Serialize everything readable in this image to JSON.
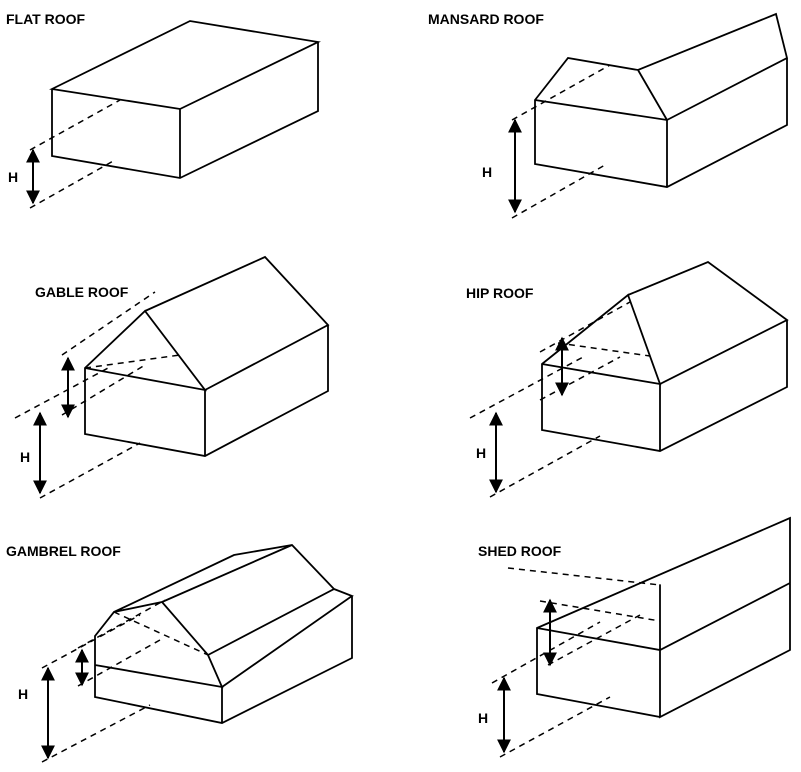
{
  "roofs": {
    "flat": {
      "title": "FLAT ROOF",
      "h_label": "H"
    },
    "mansard": {
      "title": "MANSARD ROOF",
      "h_label": "H"
    },
    "gable": {
      "title": "GABLE ROOF",
      "h_label": "H"
    },
    "hip": {
      "title": "HIP ROOF",
      "h_label": "H"
    },
    "gambrel": {
      "title": "GAMBREL ROOF",
      "h_label": "H"
    },
    "shed": {
      "title": "SHED ROOF",
      "h_label": "H"
    }
  },
  "colors": {
    "line": "#000000",
    "background": "#ffffff"
  }
}
